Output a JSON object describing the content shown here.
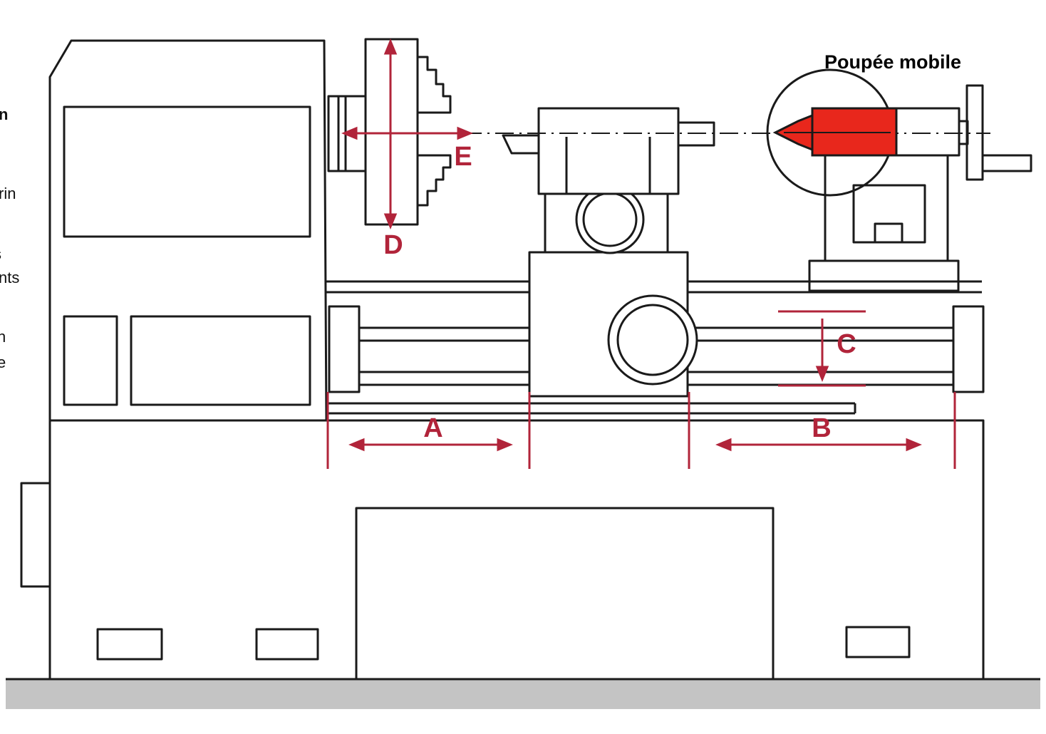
{
  "header": {
    "label": "Poupée mobile"
  },
  "dimensions": {
    "a": "A",
    "b": "B",
    "c": "C",
    "d": "D",
    "e": "E"
  },
  "left_fragments": [
    "n",
    "rin",
    "s",
    "nts",
    "n",
    "e"
  ],
  "colors": {
    "dimension": "#b1243a",
    "tailstock_quill": "#e8271c",
    "line": "#1a1a1a",
    "ground": "#c4c4c4"
  }
}
